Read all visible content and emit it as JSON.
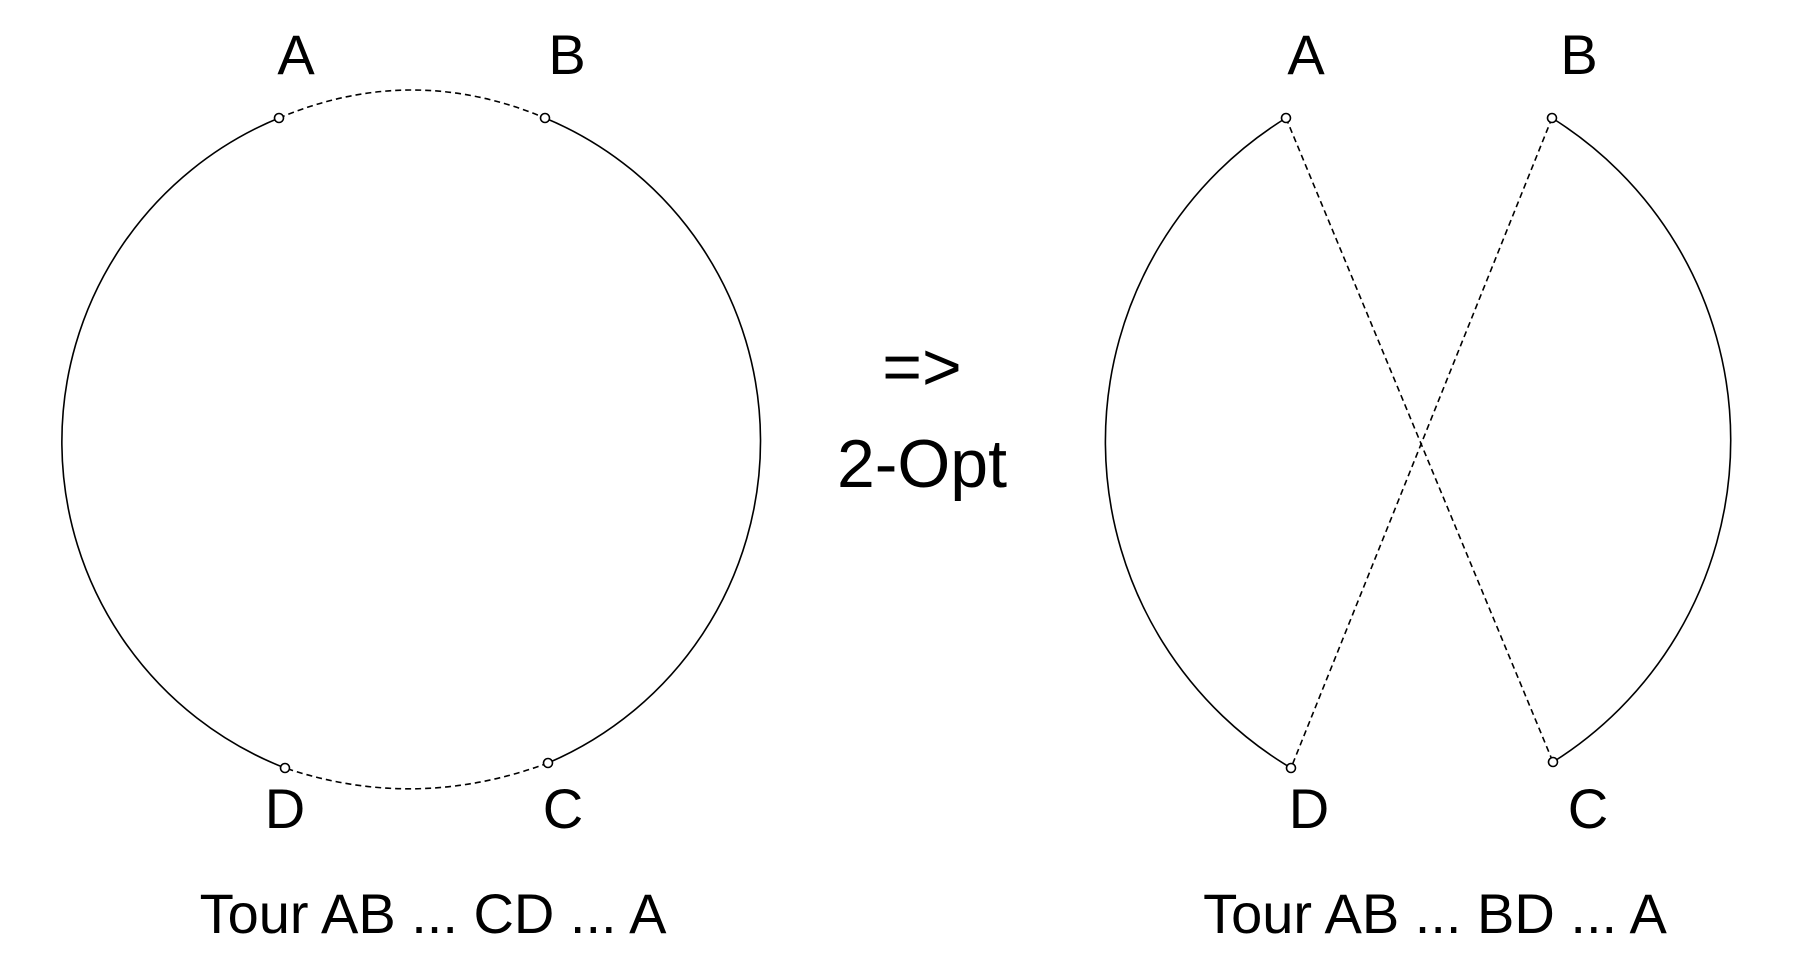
{
  "left_panel": {
    "labels": {
      "a": "A",
      "b": "B",
      "c": "C",
      "d": "D"
    },
    "caption": "Tour AB ... CD ... A"
  },
  "transform": {
    "arrow": "=>",
    "name": "2-Opt"
  },
  "right_panel": {
    "labels": {
      "a": "A",
      "b": "B",
      "c": "C",
      "d": "D"
    },
    "caption": "Tour AB ... BD ... A"
  }
}
